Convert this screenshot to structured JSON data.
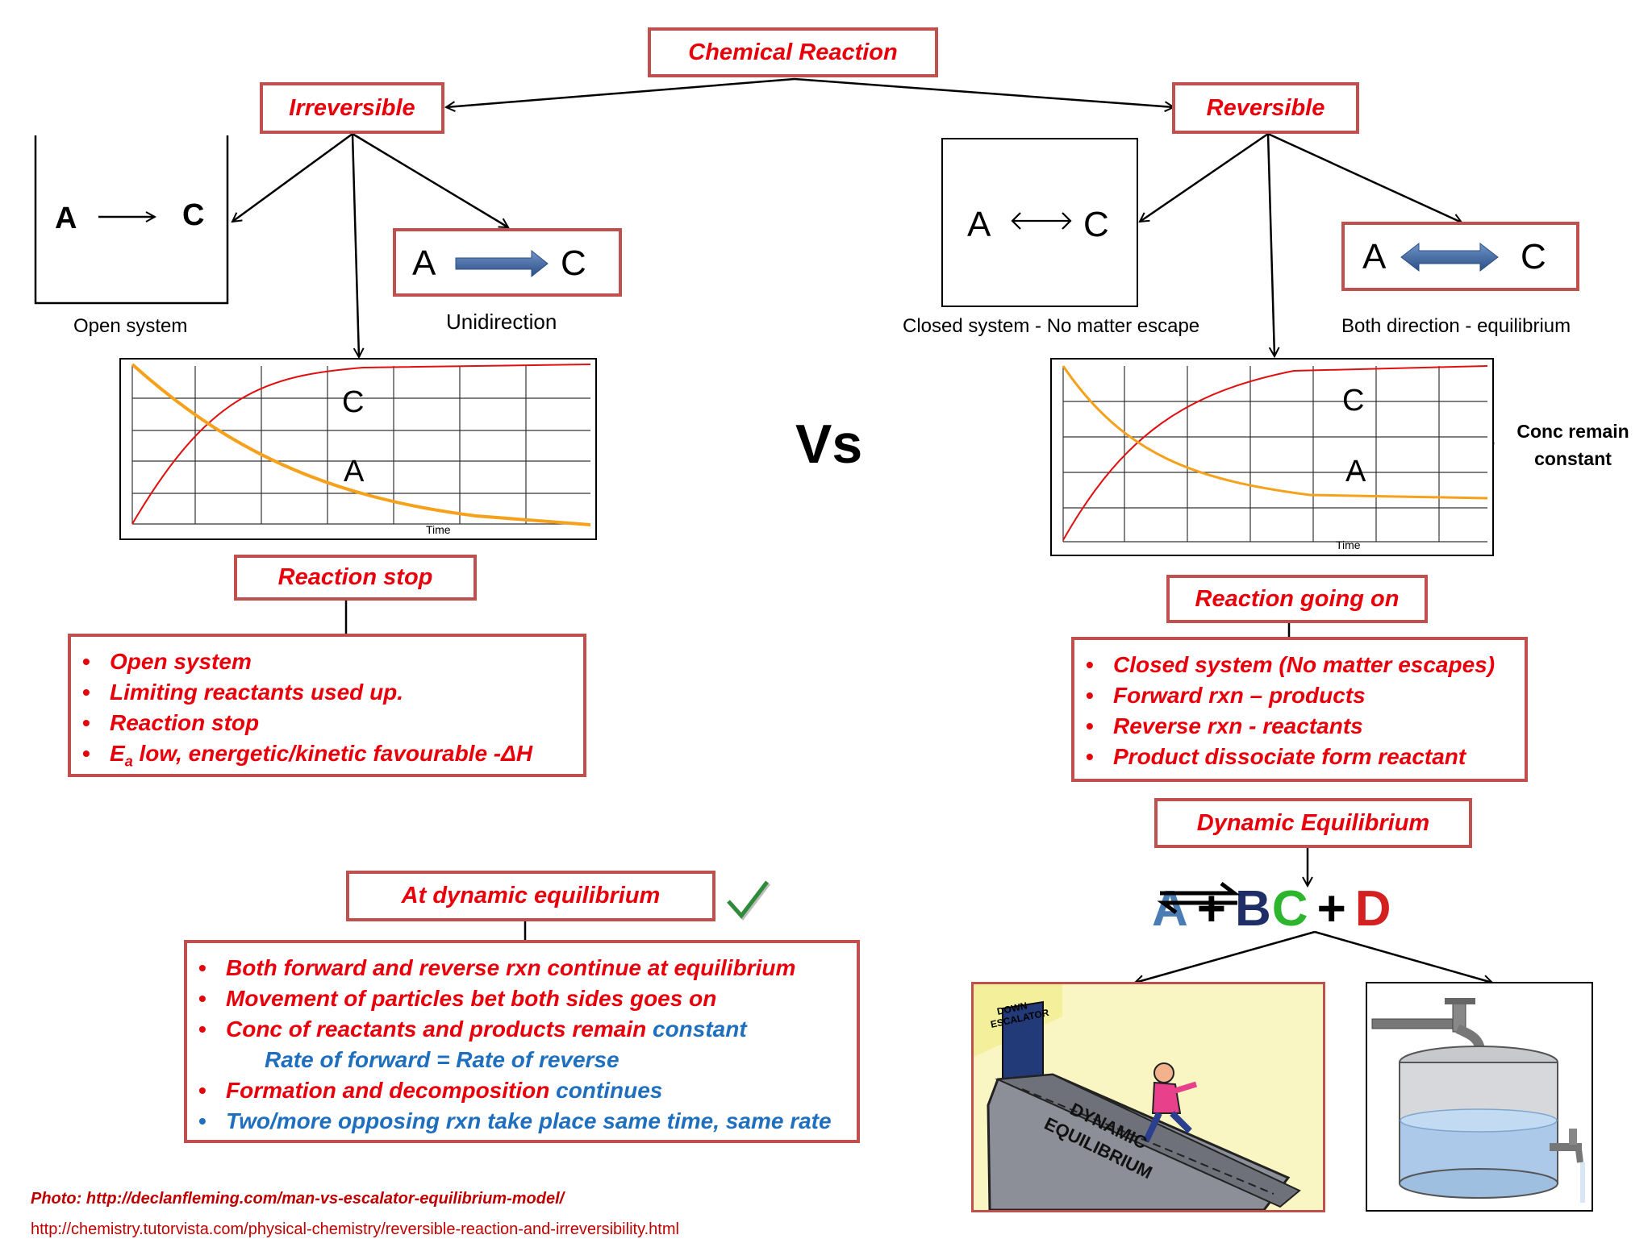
{
  "title": "Chemical Reaction",
  "vs": "Vs",
  "irreversible": {
    "header": "Irreversible",
    "reaction_a": "A",
    "reaction_c": "C",
    "open_system_caption": "Open system",
    "unidirection_caption": "Unidirection",
    "graph": {
      "label_c": "C",
      "label_a": "A",
      "time": "Time"
    },
    "stop_header": "Reaction stop",
    "bullets": [
      "Open system",
      "Limiting reactants used up.",
      "Reaction stop"
    ],
    "bullet_ea": {
      "prefix": "E",
      "subscript": "a",
      "suffix": " low, energetic/kinetic favourable  -ΔH"
    }
  },
  "reversible": {
    "header": "Reversible",
    "reaction_a": "A",
    "reaction_c": "C",
    "closed_system_caption": "Closed system - No matter escape",
    "both_direction_caption": "Both direction - equilibrium",
    "graph": {
      "label_c": "C",
      "label_a": "A",
      "time": "Time"
    },
    "annotation": [
      "Conc remain",
      "constant"
    ],
    "going_on_header": "Reaction going on",
    "bullets": [
      "Closed system (No matter escapes)",
      "Forward rxn – products",
      "Reverse rxn  - reactants",
      "Product dissociate  form reactant"
    ],
    "dynamic_header": "Dynamic Equilibrium",
    "equation": {
      "a": "A",
      "plus1": "+",
      "b": "B",
      "c": "C",
      "plus2": "+",
      "d": "D",
      "colors": {
        "a": "#4a7db5",
        "b": "#1f2e66",
        "c": "#2db52d",
        "d": "#d42020"
      }
    },
    "escalator_sign": [
      "DOWN",
      "ESCALATOR"
    ],
    "escalator_text": [
      "DYNAMIC",
      "EQUILIBRIUM"
    ]
  },
  "at_equilibrium": {
    "header": "At dynamic equilibrium",
    "bullet1": "Both forward and reverse rxn continue at equilibrium",
    "bullet2": "Movement of particles bet both sides goes on",
    "bullet3_red": "Conc of reactants and products remain ",
    "bullet3_blue": "constant",
    "indent_line": "Rate of forward = Rate of reverse",
    "bullet5_red": " Formation and decomposition ",
    "bullet5_blue": "continues",
    "bullet6": "Two/more opposing rxn take place same time, same rate"
  },
  "credits": {
    "photo": "Photo: http://declanfleming.com/man-vs-escalator-equilibrium-model/",
    "url": "http://chemistry.tutorvista.com/physical-chemistry/reversible-reaction-and-irreversibility.html"
  }
}
